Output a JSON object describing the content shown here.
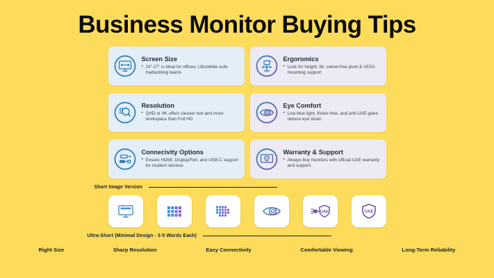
{
  "title": "Business Monitor Buying Tips",
  "theme": {
    "background": "#FDDC5C",
    "card_blue": "#e4eef7",
    "card_purple": "#eceaf4",
    "accent_blue": "#2a7bb5",
    "accent_purple": "#6b4fa8",
    "text_dark": "#16202c"
  },
  "cards": [
    {
      "icon": "monitor-width-icon",
      "title": "Screen Size",
      "desc": "24\"-27\" is ideal for offices; UltraWide suits mattasIking teams",
      "tint": "blue"
    },
    {
      "icon": "ergonomic-stand-icon",
      "title": "Ergoromics",
      "desc": "Look for height, tilt, swivel-free pivot & VESA mounting support",
      "tint": "purple"
    },
    {
      "icon": "magnifier-pixels-icon",
      "title": "Resolution",
      "desc": "QHD or 4K offers cleaser text and more workspace than Full HD",
      "tint": "blue"
    },
    {
      "icon": "eye-icon",
      "title": "Eye Comfort",
      "desc": "Low blue light, flicker-free, and anti-UAE-glare reduce eye strain",
      "tint": "purple"
    },
    {
      "icon": "ports-cable-icon",
      "title": "Connecivity Options",
      "desc": "Ensure HDMI, DisplayPort, and USB-C support for modern devices",
      "tint": "blue"
    },
    {
      "icon": "monitor-shield-check-icon",
      "title": "Warranty & Support",
      "desc": "Always buy monitors with official UAE warranty and support",
      "tint": "purple"
    }
  ],
  "short_section": {
    "label": "Short Image Version",
    "tiles": [
      {
        "icon": "monitor-tile-icon"
      },
      {
        "icon": "pixel-grid-tile-icon"
      },
      {
        "icon": "pixel-grid-dense-tile-icon"
      },
      {
        "icon": "eye-tile-icon"
      },
      {
        "icon": "cable-shield-uae-tile-icon",
        "badge": "UAE"
      },
      {
        "icon": "shield-uae-tile-icon",
        "badge": "UAE"
      }
    ]
  },
  "ultra_short_section": {
    "label": "Ultra-Short (Minimal Design - 3-5 Words Each)",
    "keywords": [
      "Right Size",
      "Sharp Resolution",
      "Easy Connectivity",
      "Comfortable Viewing",
      "Long-Term Reliability"
    ]
  }
}
